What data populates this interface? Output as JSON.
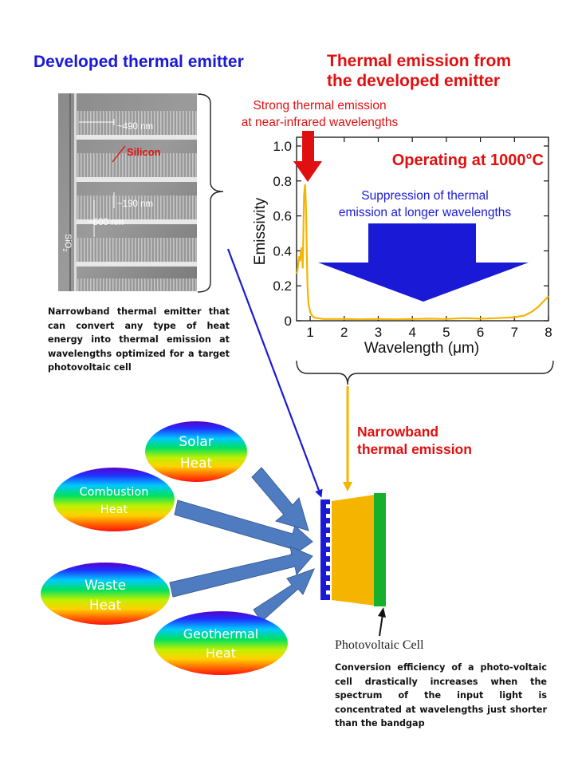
{
  "titles": {
    "emitter": "Developed thermal emitter",
    "emission_line1": "Thermal emission from",
    "emission_line2": "the developed emitter"
  },
  "sem": {
    "dim_top": "~490 nm",
    "material": "Silicon",
    "dim_mid": "~190 nm",
    "dim_left": "~500 nm",
    "substrate": "SiO",
    "substrate_sub": "2"
  },
  "descriptions": {
    "emitter": "Narrowband thermal emitter that can convert any type of heat energy into thermal emission at wavelengths optimized for a target photovoltaic cell",
    "pv": "Conversion efficiency of a photo-voltaic cell drastically increases when the spectrum of the input light is concentrated at wavelengths just shorter than the bandgap"
  },
  "chart_data": {
    "type": "line",
    "xlabel": "Wavelength (μm)",
    "ylabel": "Emissivity",
    "xlim": [
      0.6,
      8
    ],
    "ylim": [
      0,
      1.05
    ],
    "x_ticks": [
      1,
      2,
      3,
      4,
      5,
      6,
      7,
      8
    ],
    "y_ticks": [
      0,
      0.2,
      0.4,
      0.6,
      0.8,
      1.0
    ],
    "y_tick_labels": [
      "0",
      "0.2",
      "0.4",
      "0.6",
      "0.8",
      "1.0"
    ],
    "series": [
      {
        "color": "#f5b400",
        "x": [
          0.6,
          0.62,
          0.65,
          0.68,
          0.7,
          0.72,
          0.75,
          0.78,
          0.8,
          0.82,
          0.85,
          0.88,
          0.9,
          0.92,
          0.95,
          1.0,
          1.05,
          1.1,
          1.2,
          1.4,
          1.6,
          2.0,
          2.5,
          3.0,
          3.5,
          4.0,
          4.5,
          5.0,
          5.5,
          6.0,
          6.5,
          7.0,
          7.3,
          7.5,
          7.7,
          7.85,
          8.0
        ],
        "values": [
          0.27,
          0.28,
          0.33,
          0.37,
          0.34,
          0.38,
          0.42,
          0.3,
          0.5,
          0.72,
          0.78,
          0.62,
          0.4,
          0.2,
          0.1,
          0.05,
          0.03,
          0.02,
          0.015,
          0.01,
          0.01,
          0.01,
          0.008,
          0.01,
          0.008,
          0.01,
          0.012,
          0.01,
          0.015,
          0.012,
          0.015,
          0.02,
          0.03,
          0.05,
          0.08,
          0.11,
          0.14
        ]
      }
    ],
    "annotations": {
      "peak_line1": "Strong thermal emission",
      "peak_line2": "at near-infrared wavelengths",
      "operating": "Operating at 1000°C",
      "suppression_line1": "Suppression of thermal",
      "suppression_line2": "emission at longer wavelengths"
    }
  },
  "narrowband": {
    "line1": "Narrowband",
    "line2": "thermal emission"
  },
  "heat_sources": [
    {
      "line1": "Solar",
      "line2": "Heat"
    },
    {
      "line1": "Combustion",
      "line2": "Heat"
    },
    {
      "line1": "Waste",
      "line2": "Heat"
    },
    {
      "line1": "Geothermal",
      "line2": "Heat"
    }
  ],
  "pv_label": "Photovoltaic Cell",
  "colors": {
    "title_blue": "#1a1ad6",
    "title_red": "#e01010",
    "arrow_blue": "#4f7cc0",
    "emission_orange": "#f5b400",
    "pv_green": "#16b02c"
  }
}
